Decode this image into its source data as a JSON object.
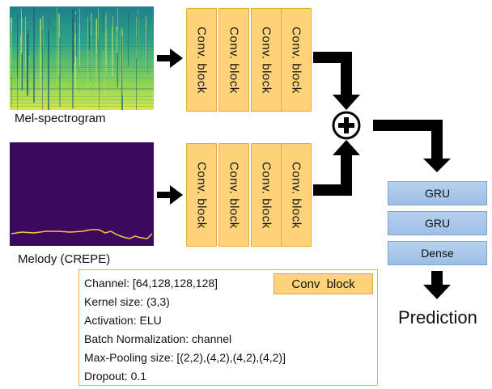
{
  "inputs": {
    "spectrogram_caption": "Mel-spectrogram",
    "melody_caption": "Melody (CREPE)"
  },
  "conv_blocks": {
    "label": "Conv. block",
    "top_count": 4,
    "bottom_count": 4
  },
  "merge": {
    "symbol": "⊕",
    "icon": "add-circle-icon"
  },
  "head_layers": [
    "GRU",
    "GRU",
    "Dense"
  ],
  "output_label": "Prediction",
  "config_box": {
    "title": "Conv  block",
    "lines": [
      "Channel: [64,128,128,128]",
      "Kernel size: (3,3)",
      "Activation: ELU",
      "Batch Normalization: channel",
      "Max-Pooling size: [(2,2),(4,2),(4,2),(4,2)]",
      "Dropout: 0.1"
    ]
  },
  "colors": {
    "conv_fill": "#ffd37a",
    "conv_border": "#e6a93a",
    "layer_fill": "#a8c6e8",
    "arrow": "#000000",
    "melody_bg": "#3b0a5e",
    "melody_line": "#f2c94c"
  }
}
